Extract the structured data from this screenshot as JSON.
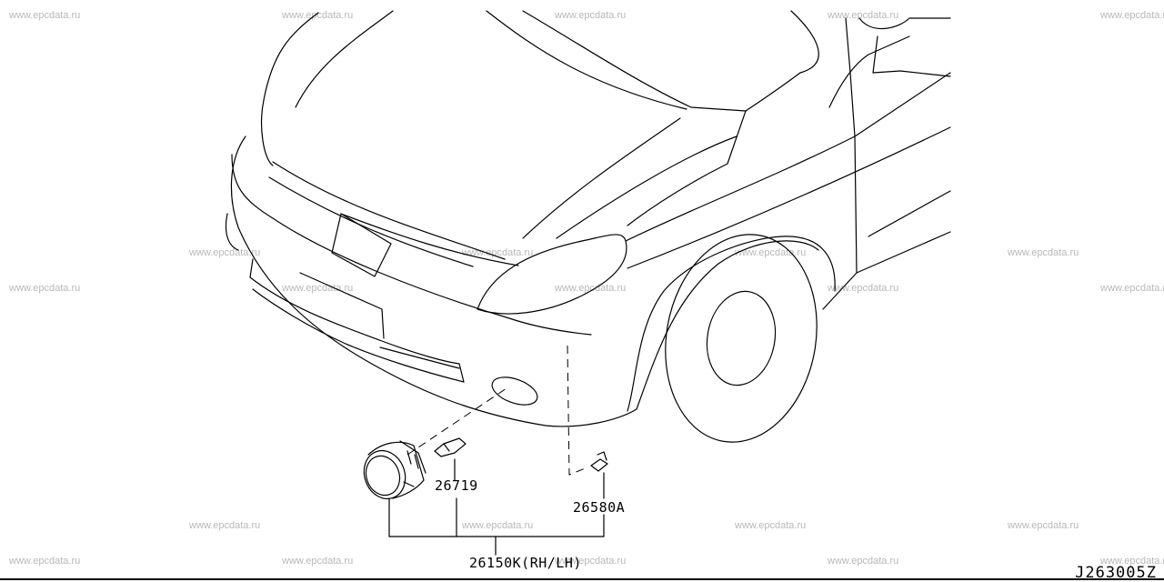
{
  "watermark": "www.epcdata.ru",
  "parts": {
    "bulb": "26719",
    "screw": "26580A",
    "fog_lamp": "26150K(RH/LH)"
  },
  "illustration_code": "J263005Z",
  "colors": {
    "line": "#000000",
    "watermark": "#b8b8b8",
    "background": "#ffffff"
  }
}
